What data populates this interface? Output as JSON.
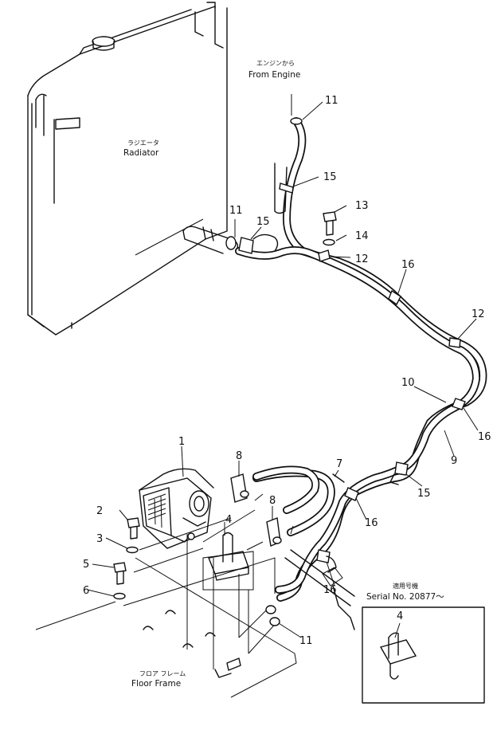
{
  "labels": {
    "from_engine_jp": "エンジンから",
    "from_engine": "From Engine",
    "radiator_jp": "ラジエータ",
    "radiator": "Radiator",
    "floor_frame_jp": "フロア フレーム",
    "floor_frame": "Floor Frame",
    "serial_jp": "適用号機",
    "serial": "Serial No. 20877～"
  },
  "callouts": {
    "p1": "1",
    "p2": "2",
    "p3": "3",
    "p4": "4",
    "p4_inset": "4",
    "p5": "5",
    "p6": "6",
    "p7": "7",
    "p8a": "8",
    "p8b": "8",
    "p9": "9",
    "p10": "10",
    "p11a": "11",
    "p11b": "11",
    "p11c": "11",
    "p12a": "12",
    "p12b": "12",
    "p13": "13",
    "p14": "14",
    "p15a": "15",
    "p15b": "15",
    "p15c": "15",
    "p16a": "16",
    "p16b": "16",
    "p16c": "16",
    "p16d": "16"
  }
}
